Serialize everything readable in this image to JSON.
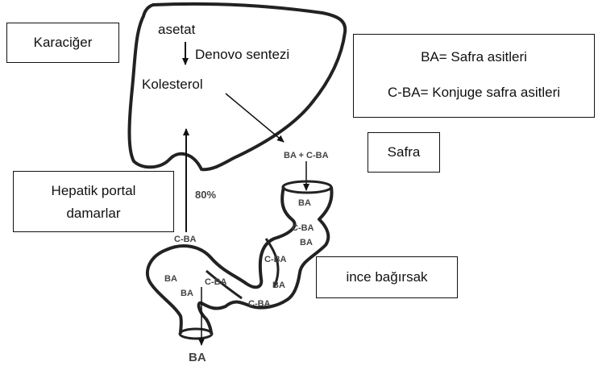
{
  "boxes": {
    "liver": "Karaciğer",
    "legend_ba": "BA= Safra asitleri",
    "legend_cba": "C-BA= Konjuge safra asitleri",
    "bile": "Safra",
    "portal_line1": "Hepatik portal",
    "portal_line2": "damarlar",
    "intestine": "ince bağırsak"
  },
  "liver_text": {
    "acetate": "asetat",
    "synthesis": "Denovo sentezi",
    "cholesterol": "Kolesterol"
  },
  "flow_labels": {
    "bile_mix": "BA + C-BA",
    "percent": "80%",
    "portal_cba": "C-BA",
    "duodenum_ba": "BA",
    "gut_cba_1": "C-BA",
    "gut_ba_1": "BA",
    "gut_cba_2": "C-BA",
    "gut_ba_2": "BA",
    "gut_cba_3": "C-BA",
    "ileum_ba_1": "BA",
    "ileum_ba_2": "BA",
    "ileum_cba": "C-BA",
    "excreted_ba": "BA"
  }
}
